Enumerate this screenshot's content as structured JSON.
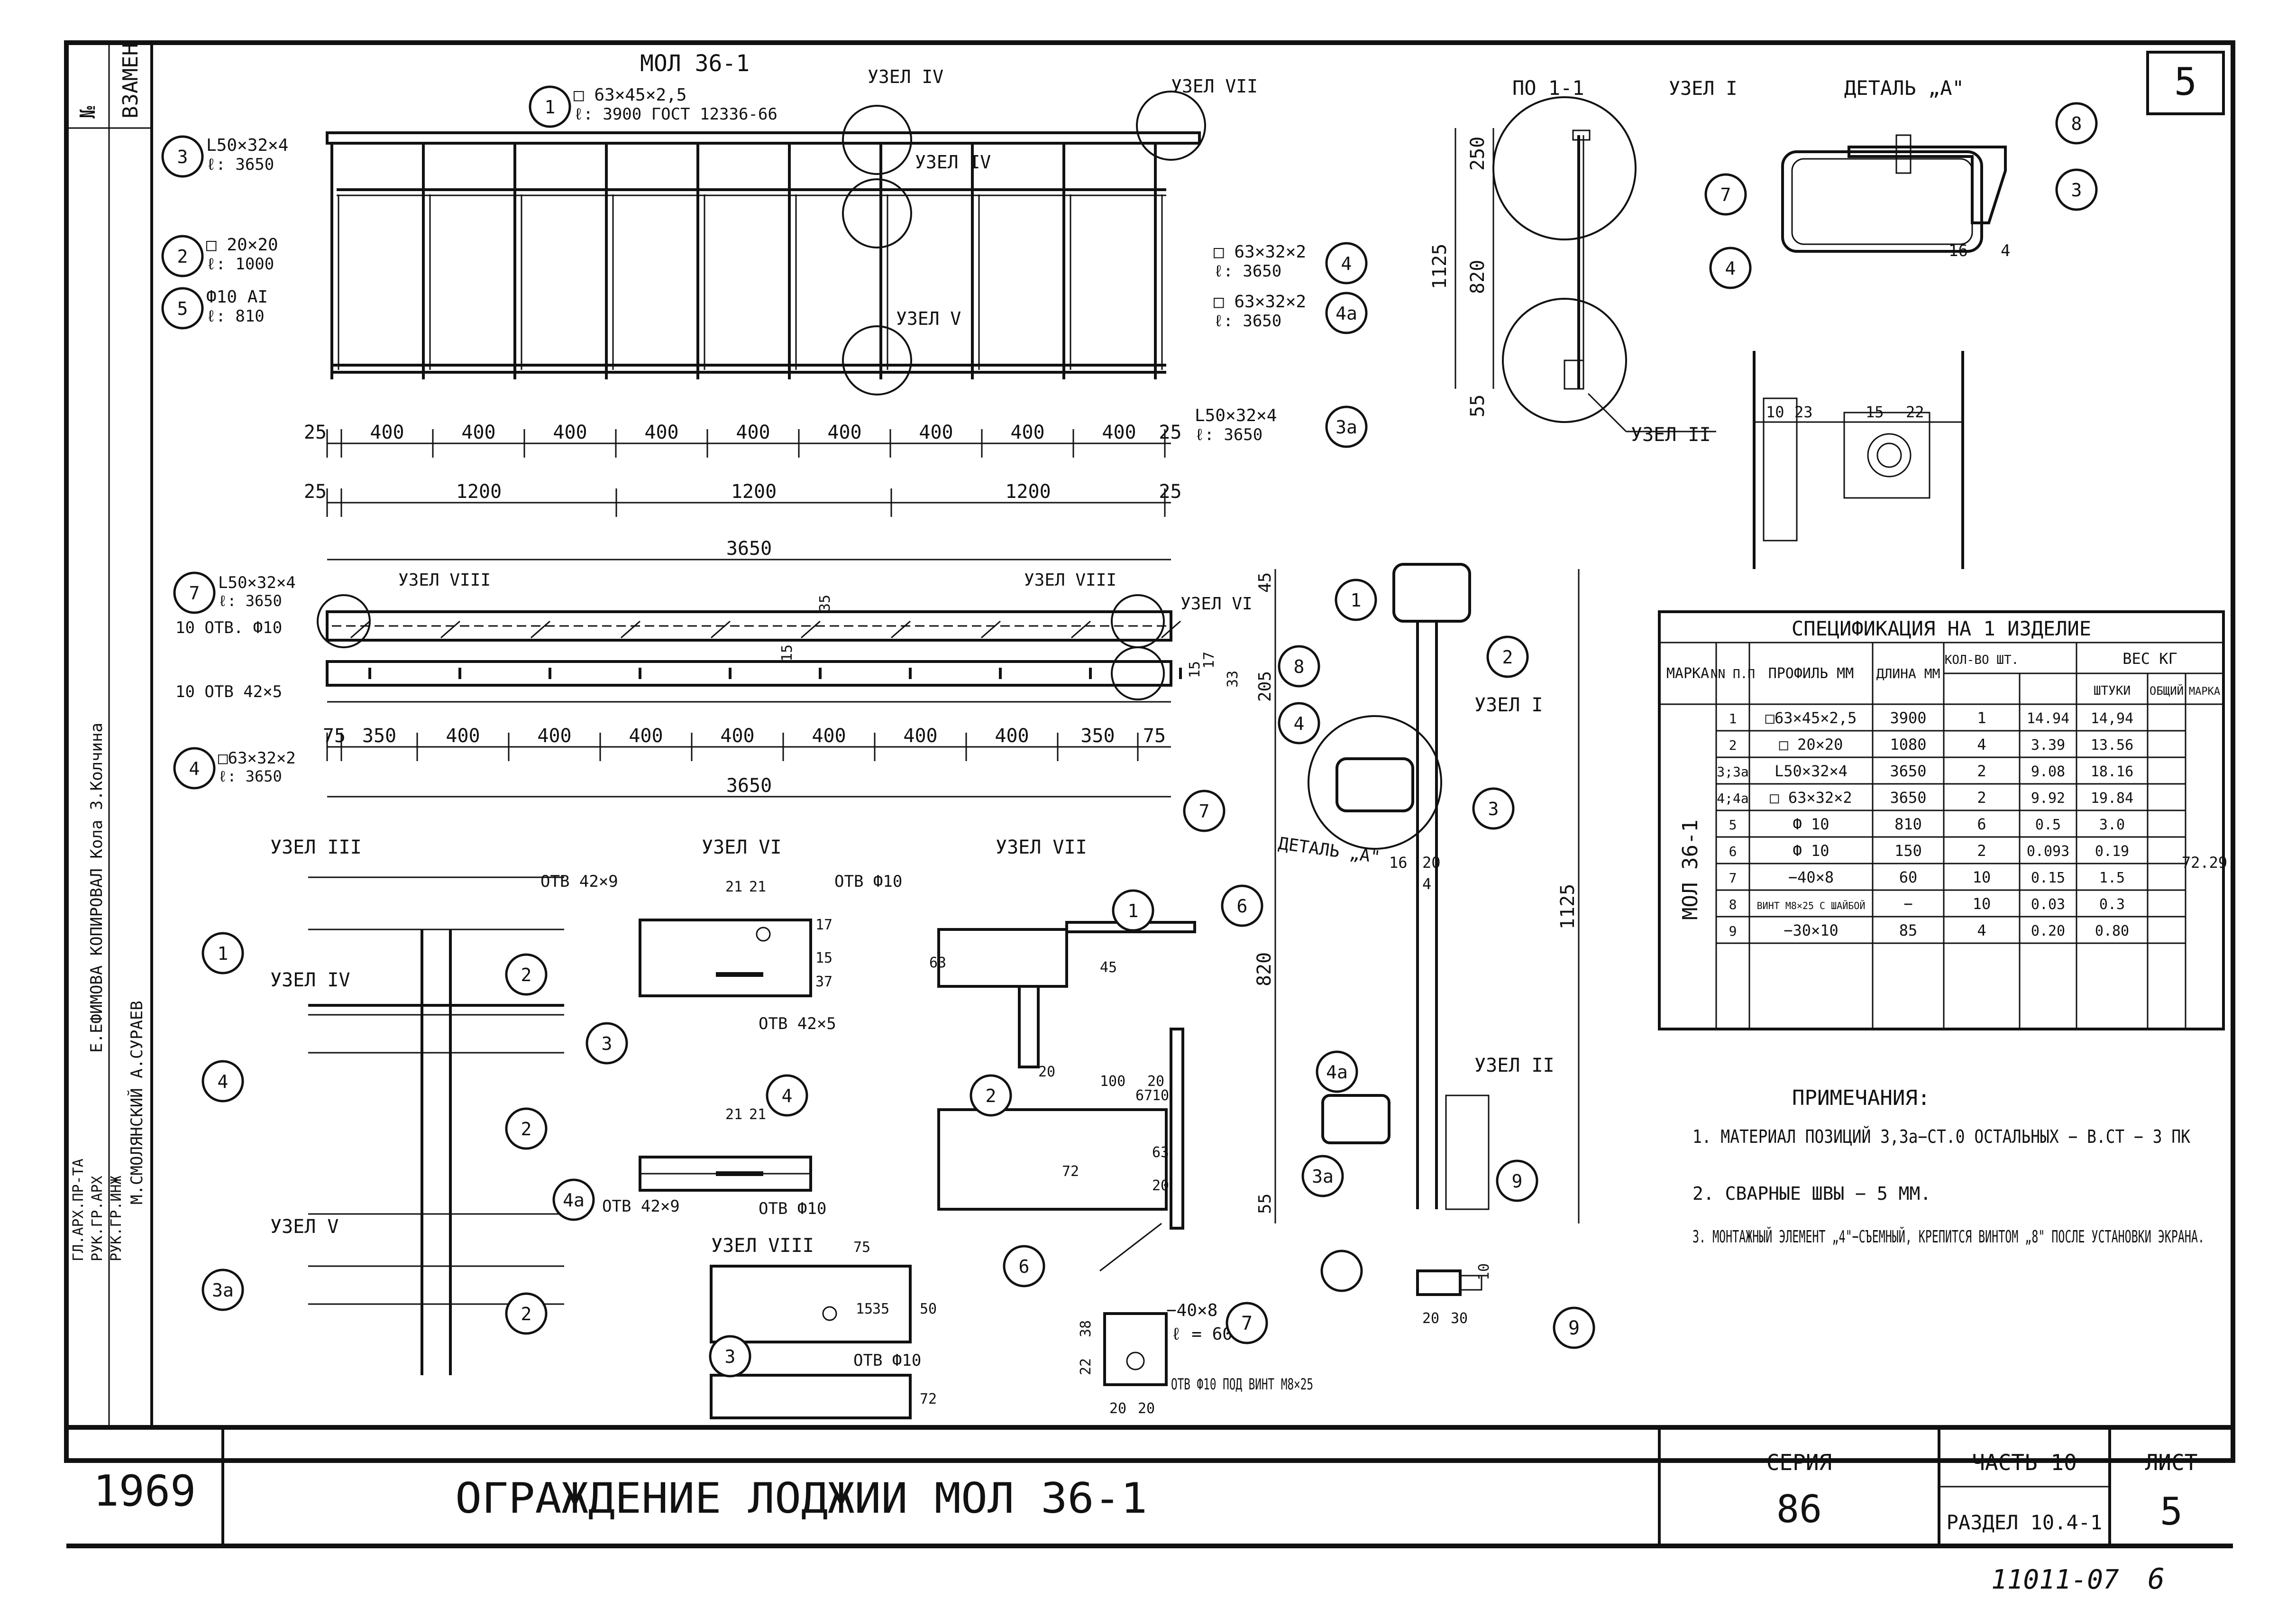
{
  "sheet_number": "5",
  "left_margin": {
    "revision": "ВЗАМЕН",
    "mark": "№",
    "title_block_roles": [
      "ГЛ.АРХ.ПР-ТА",
      "РУК.ГР.АРХ",
      "РУК.ГР.ИНЖ"
    ],
    "names_top": "Е.ЕФИМОВА КОПИРОВАЛ Кола З.Колчина",
    "names_bottom": "М.СМОЛЯНСКИЙ А.СУРАЕВ"
  },
  "views": {
    "main_title": "МОЛ 36-1",
    "section_title": "ПО 1-1",
    "detail_title": "ДЕТАЛЬ „А\"",
    "node_labels": {
      "n1": "УЗЕЛ I",
      "n2": "УЗЕЛ II",
      "n3": "УЗЕЛ III",
      "n4": "УЗЕЛ IV",
      "n5": "УЗЕЛ V",
      "n6": "УЗЕЛ VI",
      "n7": "УЗЕЛ VII",
      "n8": "УЗЕЛ VIII",
      "detail_a": "ДЕТАЛЬ „А\""
    }
  },
  "elevation": {
    "callouts": [
      {
        "id": "1",
        "text1": "□ 63×45×2,5",
        "text2": "ℓ: 3900 ГОСТ 12336-66"
      },
      {
        "id": "3",
        "text1": "L50×32×4",
        "text2": "ℓ: 3650"
      },
      {
        "id": "2",
        "text1": "□ 20×20",
        "text2": "ℓ: 1000"
      },
      {
        "id": "5",
        "text1": "Ф10 AI",
        "text2": "ℓ: 810"
      },
      {
        "id": "4",
        "text1": "□ 63×32×2",
        "text2": "ℓ: 3650"
      },
      {
        "id": "4а",
        "text1": "□ 63×32×2",
        "text2": "ℓ: 3650"
      },
      {
        "id": "3а",
        "text1": "L50×32×4",
        "text2": "ℓ: 3650"
      }
    ],
    "dims_400": [
      "25",
      "400",
      "400",
      "400",
      "400",
      "400",
      "400",
      "400",
      "400",
      "400",
      "25"
    ],
    "dims_1200": [
      "25",
      "1200",
      "1200",
      "1200",
      "25"
    ],
    "dim_total": "3650"
  },
  "plan": {
    "callouts": [
      {
        "id": "7",
        "text1": "L50×32×4",
        "text2": "ℓ: 3650"
      },
      {
        "id": "4",
        "text1": "□63×32×2",
        "text2": "ℓ: 3650"
      }
    ],
    "holes_top": "10 ОТВ. Ф10",
    "holes_bottom": "10 ОТВ 42×5",
    "dims": [
      "75",
      "350",
      "400",
      "400",
      "400",
      "400",
      "400",
      "400",
      "400",
      "350",
      "75"
    ],
    "dim_total": "3650",
    "small_dims": [
      "35",
      "15",
      "15",
      "17",
      "33",
      "15"
    ]
  },
  "section_dims": {
    "d250": "250",
    "d820": "820",
    "d1125": "1125",
    "d55": "55"
  },
  "right_section": {
    "dims": [
      "45",
      "205",
      "1125",
      "820",
      "55",
      "16",
      "20",
      "4"
    ],
    "node_1": "УЗЕЛ I",
    "node_2": "УЗЕЛ II",
    "detail_a": "ДЕТАЛЬ „А\""
  },
  "detail_a_dims": [
    "16",
    "4"
  ],
  "plate_view_dims": [
    "10",
    "23",
    "15",
    "22"
  ],
  "spec": {
    "title": "СПЕЦИФИКАЦИЯ НА 1 ИЗДЕЛИЕ",
    "headers": [
      "МАРКА",
      "NN П.П",
      "ПРОФИЛЬ ММ",
      "ДЛИНА ММ",
      "КОЛ-ВО ШТ.",
      "ВЕС КГ"
    ],
    "weight_subheaders": [
      "ШТУКИ",
      "ОБЩИЙ",
      "МАРКА"
    ],
    "mark": "МОЛ 36-1",
    "total_weight": "72.29",
    "rows": [
      {
        "no": "1",
        "profile": "□63×45×2,5",
        "length": "3900",
        "qty": "1",
        "unit": "14.94",
        "total": "14,94"
      },
      {
        "no": "2",
        "profile": "□ 20×20",
        "length": "1080",
        "qty": "4",
        "unit": "3.39",
        "total": "13.56"
      },
      {
        "no": "3;3а",
        "profile": "L50×32×4",
        "length": "3650",
        "qty": "2",
        "unit": "9.08",
        "total": "18.16"
      },
      {
        "no": "4;4а",
        "profile": "□ 63×32×2",
        "length": "3650",
        "qty": "2",
        "unit": "9.92",
        "total": "19.84"
      },
      {
        "no": "5",
        "profile": "Ф 10",
        "length": "810",
        "qty": "6",
        "unit": "0.5",
        "total": "3.0"
      },
      {
        "no": "6",
        "profile": "Ф 10",
        "length": "150",
        "qty": "2",
        "unit": "0.093",
        "total": "0.19"
      },
      {
        "no": "7",
        "profile": "−40×8",
        "length": "60",
        "qty": "10",
        "unit": "0.15",
        "total": "1.5"
      },
      {
        "no": "8",
        "profile": "ВИНТ М8×25 С ШАЙБОЙ",
        "length": "−",
        "qty": "10",
        "unit": "0.03",
        "total": "0.3"
      },
      {
        "no": "9",
        "profile": "−30×10",
        "length": "85",
        "qty": "4",
        "unit": "0.20",
        "total": "0.80"
      }
    ]
  },
  "notes": {
    "title": "ПРИМЕЧАНИЯ:",
    "items": [
      "1. МАТЕРИАЛ ПОЗИЦИЙ 3,3а−СТ.0 ОСТАЛЬНЫХ − В.СТ − 3 ПК",
      "2. СВАРНЫЕ ШВЫ − 5 ММ.",
      "3. МОНТАЖНЫЙ ЭЛЕМЕНТ „4\"−СЪЕМНЫЙ, КРЕПИТСЯ ВИНТОМ „8\" ПОСЛЕ УСТАНОВКИ ЭКРАНА."
    ]
  },
  "details": {
    "v6_holes": [
      "ОТВ 42×9",
      "ОТВ Ф10",
      "ОТВ 42×5",
      "ОТВ 42×9",
      "ОТВ Ф10"
    ],
    "v6_dims": [
      "21",
      "21",
      "17",
      "15",
      "37",
      "63",
      "21",
      "21"
    ],
    "v7_dims": [
      "45",
      "20",
      "100",
      "20",
      "67",
      "10",
      "63",
      "20",
      "72"
    ],
    "v8_dims": [
      "75",
      "15",
      "35",
      "50",
      "72"
    ],
    "v8_hole": "ОТВ Ф10",
    "plate7": {
      "text1": "−40×8",
      "text2": "ℓ = 60",
      "hole": "ОТВ Ф10 ПОД ВИНТ М8×25",
      "dims": [
        "22",
        "38",
        "20",
        "20"
      ]
    },
    "bar9_dims": [
      "20",
      "30",
      "10"
    ]
  },
  "title_block": {
    "year": "1969",
    "title": "ОГРАЖДЕНИЕ ЛОДЖИИ МОЛ 36-1",
    "series_label": "СЕРИЯ",
    "series": "86",
    "part": "ЧАСТЬ 10",
    "section": "РАЗДЕЛ 10.4-1",
    "sheet_label": "ЛИСТ",
    "sheet": "5"
  },
  "archive_number": "11011-07",
  "archive_page": "6"
}
